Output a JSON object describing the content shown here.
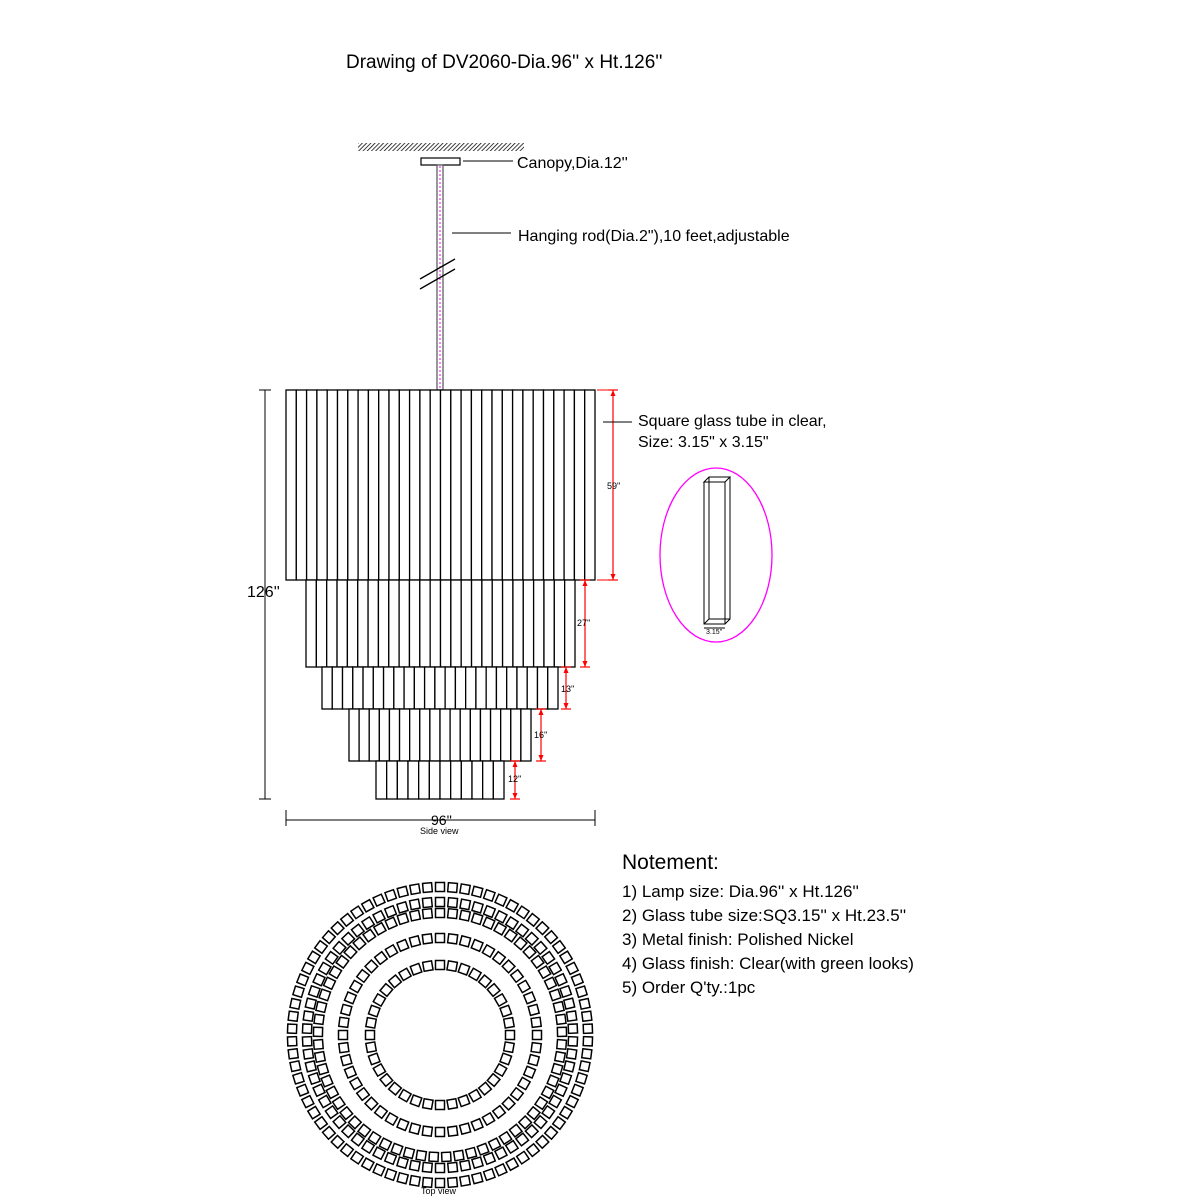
{
  "title": "Drawing of DV2060-Dia.96'' x Ht.126''",
  "callouts": {
    "canopy": "Canopy,Dia.12''",
    "rod": "Hanging rod(Dia.2\"),10 feet,adjustable",
    "tube_line1": "Square glass tube in clear,",
    "tube_line2": "Size: 3.15\" x 3.15\""
  },
  "dimensions": {
    "total_height": "126''",
    "diameter": "96''",
    "tier_heights": [
      "59''",
      "27''",
      "13''",
      "16''",
      "12''"
    ],
    "tube_width": "3.15''"
  },
  "view_labels": {
    "side": "Side view",
    "top": "Top view"
  },
  "notes": {
    "heading": "Notement:",
    "items": [
      "1) Lamp size: Dia.96'' x Ht.126''",
      "2) Glass tube size:SQ3.15'' x Ht.23.5''",
      "3) Metal finish: Polished Nickel",
      "4) Glass finish: Clear(with green looks)",
      "5) Order Q'ty.:1pc"
    ]
  },
  "colors": {
    "dimension": "#ff0000",
    "highlight": "#ff00ff",
    "line": "#000000"
  }
}
